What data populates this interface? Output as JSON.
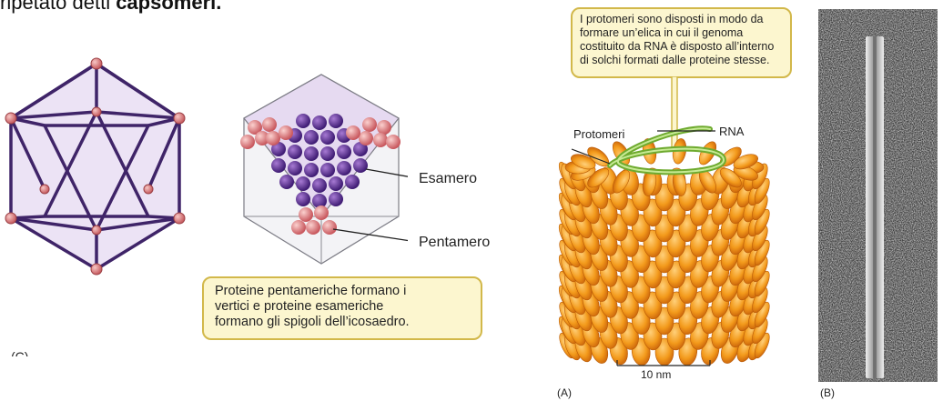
{
  "header": {
    "title_prefix": "ripetato detti ",
    "title_bold": "capsomeri."
  },
  "panel_c": {
    "label": "(C)",
    "esamero_label": "Esamero",
    "pentamero_label": "Pentamero",
    "callout_lines": [
      "Proteine pentameriche formano i",
      "vertici e proteine esameriche",
      "formano gli spigoli dell’icosaedro."
    ]
  },
  "panel_a": {
    "label": "(A)",
    "protomeri_label": "Protomeri",
    "rna_label": "RNA",
    "scale_label": "10 nm",
    "callout_lines": [
      "I protomeri sono disposti in modo da",
      "formare un’elica in cui il genoma",
      "costituito da RNA è disposto all’interno",
      "di solchi formati dalle proteine stesse."
    ]
  },
  "panel_b": {
    "label": "(B)"
  },
  "colors": {
    "frame_purple": "#4a2a78",
    "face_lavender": "#ddd0ec",
    "vertex_pink": "#d9777a",
    "hexamer_purple": "#5b2f9a",
    "protomer_orange": "#f29a1e",
    "rna_green": "#7dbb3c",
    "callout_fill": "#fcf6cf"
  }
}
